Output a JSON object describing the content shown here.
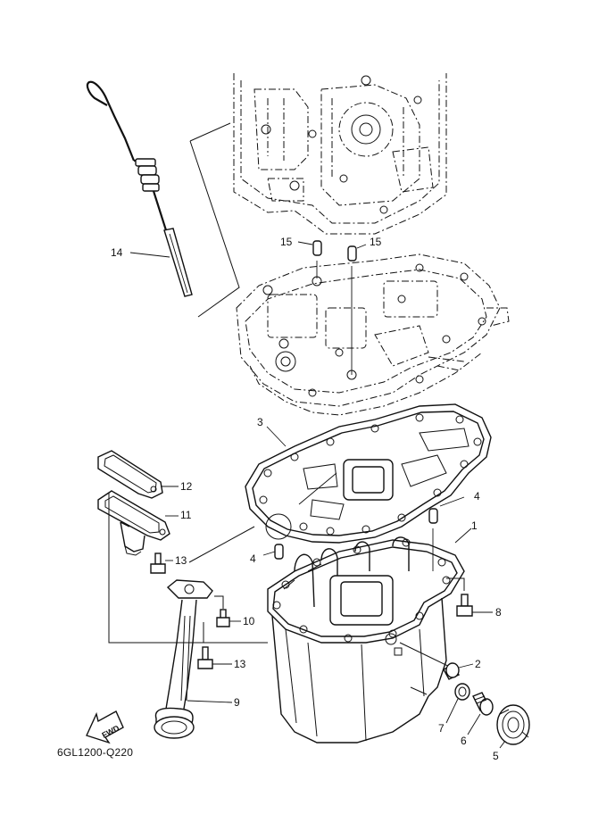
{
  "diagram": {
    "catalog_code": "6GL1200-Q220",
    "fwd_label": "FWD",
    "callouts": {
      "p1": "1",
      "p2": "2",
      "p3": "3",
      "p4a": "4",
      "p4b": "4",
      "p5": "5",
      "p6": "6",
      "p7": "7",
      "p8": "8",
      "p9": "9",
      "p10": "10",
      "p11": "11",
      "p12": "12",
      "p13a": "13",
      "p13b": "13",
      "p14": "14",
      "p15a": "15",
      "p15b": "15"
    }
  }
}
